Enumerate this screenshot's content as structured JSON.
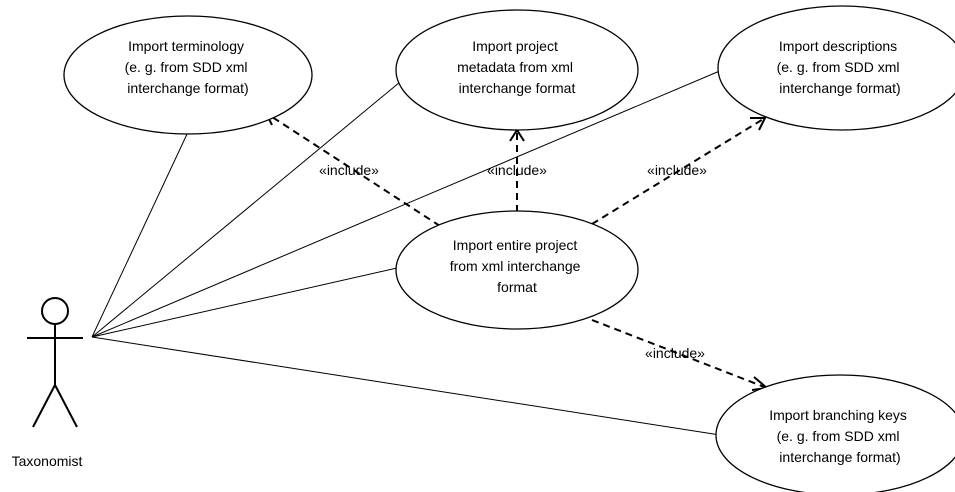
{
  "actor": {
    "name": "Taxonomist"
  },
  "use_cases": {
    "import_terminology": [
      "Import terminology",
      "(e. g. from SDD xml",
      "interchange format)"
    ],
    "import_project_metadata": [
      "Import project",
      "metadata from xml",
      "interchange format"
    ],
    "import_descriptions": [
      "Import descriptions",
      "(e. g. from SDD xml",
      "interchange format)"
    ],
    "import_entire_project": [
      "Import entire project",
      "from xml interchange",
      "format"
    ],
    "import_branching_keys": [
      "Import branching keys",
      "(e. g. from SDD xml",
      "interchange format)"
    ]
  },
  "relations": {
    "include_terminology": "«include»",
    "include_metadata": "«include»",
    "include_descriptions": "«include»",
    "include_branching_keys": "«include»"
  }
}
